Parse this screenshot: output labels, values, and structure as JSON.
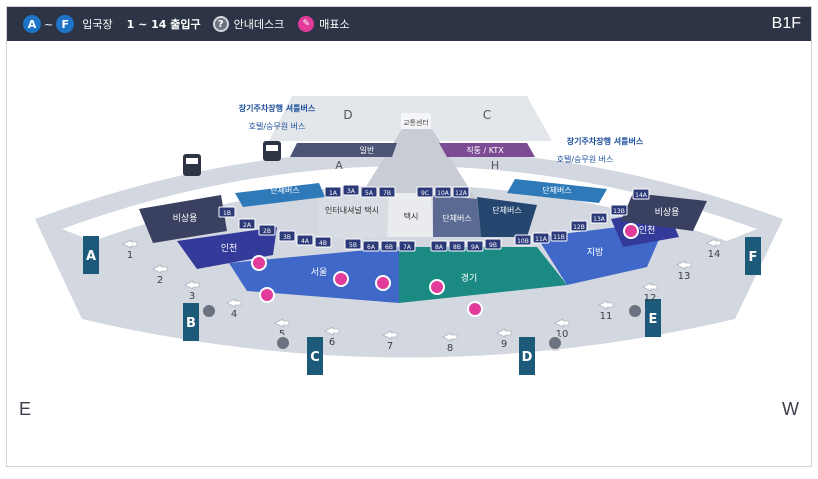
{
  "header": {
    "chip_start": "A",
    "chip_sep": "~",
    "chip_end": "F",
    "entry_label": "입국장",
    "exit_range": "1 ~ 14 출입구",
    "info_icon": "question-mark-icon",
    "info_label": "안내데스크",
    "ticket_icon": "ticket-icon",
    "ticket_label": "매표소",
    "floor": "B1F"
  },
  "directions": {
    "left": "E",
    "right": "W"
  },
  "zones": {
    "top_d": "D",
    "top_c": "C",
    "transport_center": "교통센터",
    "general": "일반",
    "express_ktx": "직통 / KTX",
    "a": "A",
    "h": "H",
    "longterm_shuttle_left": "장기주차장행 셔틀버스",
    "hotel_bus_left": "호텔/승무원 버스",
    "longterm_shuttle_right": "장기주차장행 셔틀버스",
    "hotel_bus_right": "호텔/승무원 버스",
    "group_bus": "단체버스",
    "inter_terminal_taxi": "인터내셔널 택시",
    "taxi": "택시",
    "emergency": "비상용",
    "incheon": "인천",
    "seoul": "서울",
    "gyeonggi": "경기",
    "local": "지방",
    "bus_icon": "bus-icon",
    "taxi_icon": "taxi-icon"
  },
  "platforms": {
    "left_top": [
      "1B",
      "2A",
      "2B",
      "3B",
      "4A",
      "4B"
    ],
    "center_top": [
      "5B",
      "6A",
      "6B",
      "7A",
      "8A",
      "8B",
      "9A",
      "9B"
    ],
    "right_top": [
      "10B",
      "11A",
      "11B",
      "12B",
      "13A",
      "13B"
    ],
    "upper": [
      "1A",
      "3A",
      "5A",
      "7B",
      "9C",
      "10A",
      "12A",
      "14A"
    ]
  },
  "exits": [
    "1",
    "2",
    "3",
    "4",
    "5",
    "6",
    "7",
    "8",
    "9",
    "10",
    "11",
    "12",
    "13",
    "14"
  ],
  "gates": [
    "A",
    "B",
    "C",
    "D",
    "E",
    "F"
  ],
  "colors": {
    "header_bg": "#2d3445",
    "navy": "#3a4060",
    "blue": "#3f68c9",
    "teal": "#1a8a83",
    "pink": "#e23b9b",
    "gate": "#1d5a7a"
  }
}
